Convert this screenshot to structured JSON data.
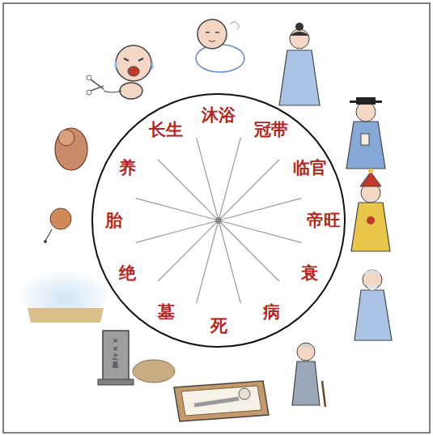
{
  "diagram": {
    "nodes": [
      {
        "text": [
          "长生",
          "沐浴",
          "冠带",
          "临官",
          "帝旺",
          "衰",
          "病",
          "死",
          "墓",
          "绝",
          "胎",
          "养"
        ]
      }
    ],
    "labels": [
      "××之墓"
    ]
  }
}
